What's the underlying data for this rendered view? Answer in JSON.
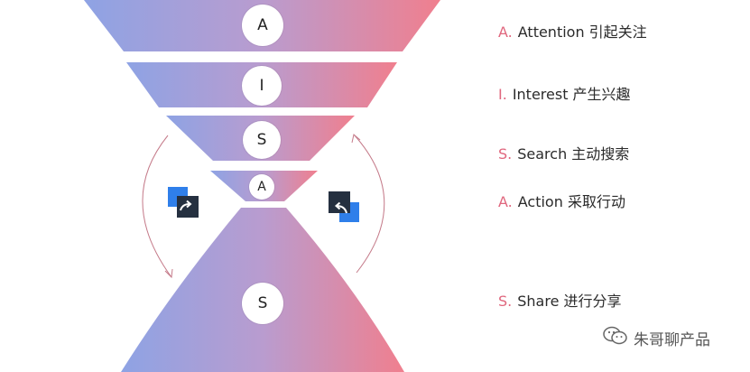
{
  "stages": [
    {
      "letter": "A",
      "label_letter": "A.",
      "label_text": "Attention 引起关注"
    },
    {
      "letter": "I",
      "label_letter": "I.",
      "label_text": "Interest  产生兴趣"
    },
    {
      "letter": "S",
      "label_letter": "S.",
      "label_text": "Search 主动搜索"
    },
    {
      "letter": "A",
      "label_letter": "A.",
      "label_text": "Action 采取行动"
    },
    {
      "letter": "S",
      "label_letter": "S.",
      "label_text": "Share  进行分享"
    }
  ],
  "colors": {
    "gradient_left": "#8ea3e4",
    "gradient_mid": "#b79bd0",
    "gradient_right": "#f08190",
    "label_letter": "#e0677e",
    "arrow_line": "#c57b8a",
    "icon_blue": "#2f7fea",
    "icon_dark": "#253040"
  },
  "icons": {
    "left": "share-forward-icon",
    "right": "share-back-icon",
    "watermark": "wechat-icon"
  },
  "watermark": {
    "text": "朱哥聊产品"
  }
}
